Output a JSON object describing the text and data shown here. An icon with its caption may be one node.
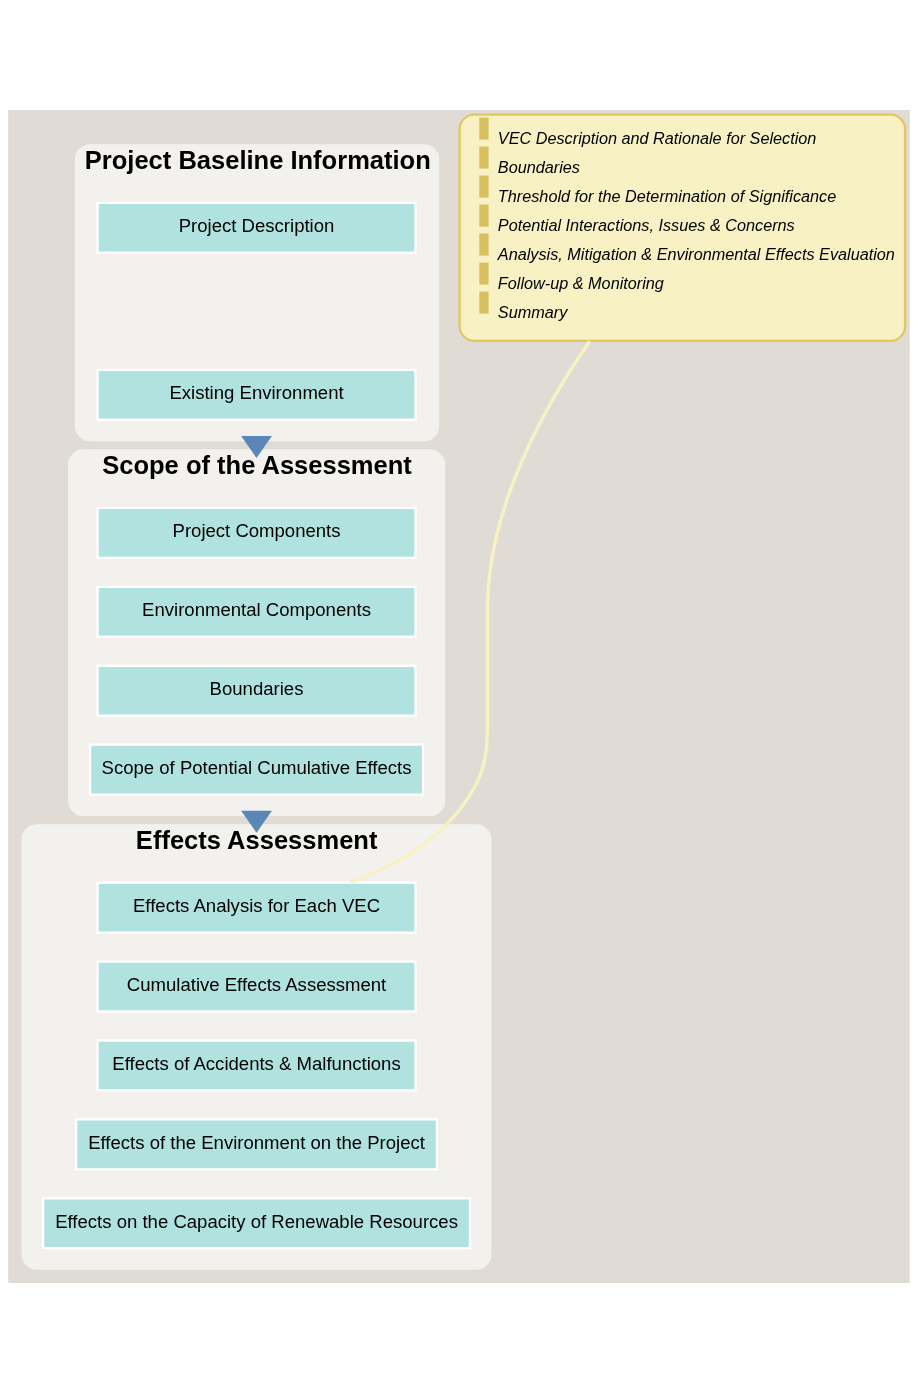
{
  "diagram": {
    "nodes": [
      {
        "text": [
          "Project Baseline Information"
        ]
      },
      {
        "text": [
          "Project Description"
        ],
        "in": 0
      },
      {
        "text": [
          "Existing Environment"
        ],
        "in": 0
      },
      {
        "text": [
          "Scope of the Assessment"
        ]
      },
      {
        "text": [
          "Project Components"
        ],
        "in": 3
      },
      {
        "text": [
          "Environmental Components"
        ],
        "in": 3
      },
      {
        "text": [
          "Boundaries"
        ],
        "in": 3
      },
      {
        "text": [
          "Scope of Potential Cumulative Effects"
        ],
        "in": 3
      },
      {
        "text": [
          "Effects Assessment"
        ]
      },
      {
        "text": [
          "Effects Analysis for Each VEC"
        ],
        "in": 8
      },
      {
        "text": [
          "Cumulative Effects Assessment"
        ],
        "in": 8
      },
      {
        "text": [
          "Effects of Accidents & Malfunctions"
        ],
        "in": 8
      },
      {
        "text": [
          "Effects of the Environment on the Project"
        ],
        "in": 8
      },
      {
        "text": [
          "Effects on the Capacity of Renewable Resources"
        ],
        "in": 8
      },
      {
        "text": [
          "VEC Description and Rationale for Selection",
          "Boundaries",
          "Threshold for the Determination of Significance",
          "Potential Interactions, Issues & Concerns",
          "Analysis, Mitigation & Environmental Effects Evaluation",
          "Follow-up & Monitoring",
          "Summary"
        ]
      }
    ],
    "edges": [
      {
        "from": 0,
        "to": 3,
        "arrow": "to",
        "style": "thick"
      },
      {
        "from": 3,
        "to": 8,
        "arrow": "to",
        "style": "thick"
      },
      {
        "from": 14,
        "to": 9,
        "arrow": "none",
        "color": "#f8f1c4"
      }
    ]
  }
}
